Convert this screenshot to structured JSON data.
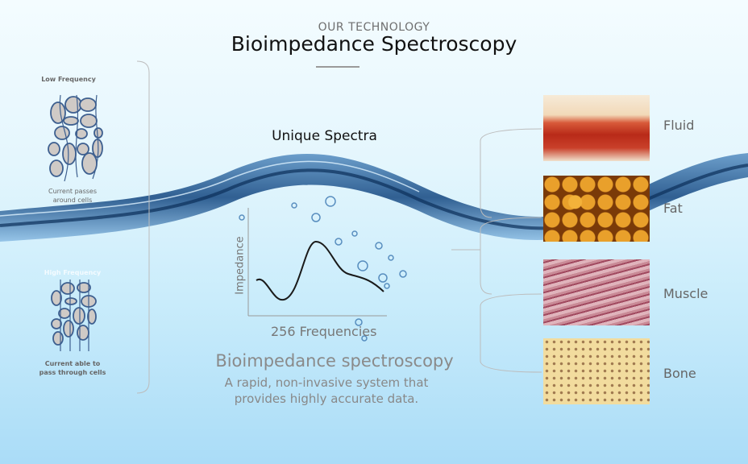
{
  "header": {
    "eyebrow": "OUR TECHNOLOGY",
    "title": "Bioimpedance Spectroscopy"
  },
  "left_panel": {
    "low": {
      "label": "Low Frequency",
      "caption_1": "Current passes",
      "caption_2": "around cells"
    },
    "high": {
      "label": "High Frequency",
      "caption_1": "Current able to",
      "caption_2": "pass through cells"
    }
  },
  "center": {
    "title": "Unique Spectra",
    "y_label": "Impedance",
    "x_label": "256 Frequencies",
    "heading": "Bioimpedance spectroscopy",
    "description": "A rapid, non-invasive system that provides highly accurate data."
  },
  "tissues": [
    {
      "label": "Fluid",
      "color": "#c0321e"
    },
    {
      "label": "Fat",
      "color": "#d98a1c"
    },
    {
      "label": "Muscle",
      "color": "#b86a78"
    },
    {
      "label": "Bone",
      "color": "#efd89a"
    }
  ],
  "colors": {
    "wave": "#1d4f86",
    "cell_fill": "#cfcac6",
    "cell_stroke": "#3d5f8f"
  }
}
